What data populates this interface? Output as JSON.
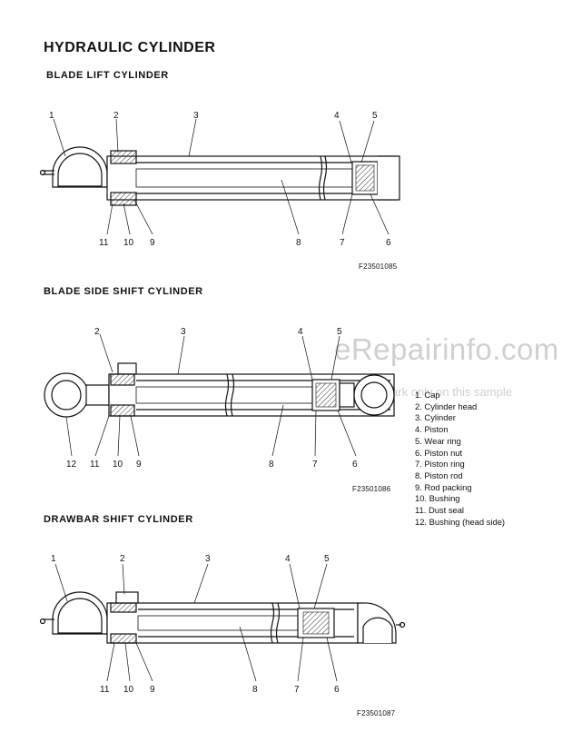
{
  "title": "HYDRAULIC CYLINDER",
  "sections": {
    "blade_lift": {
      "title": "BLADE LIFT CYLINDER",
      "figure_code": "F23501085"
    },
    "blade_side_shift": {
      "title": "BLADE SIDE SHIFT CYLINDER",
      "figure_code": "F23501086"
    },
    "drawbar_shift": {
      "title": "DRAWBAR SHIFT CYLINDER",
      "figure_code": "F23501087"
    }
  },
  "callouts": {
    "d1": [
      "1",
      "2",
      "3",
      "4",
      "5",
      "11",
      "10",
      "9",
      "8",
      "7",
      "6"
    ],
    "d2": [
      "2",
      "3",
      "4",
      "5",
      "12",
      "11",
      "10",
      "9",
      "8",
      "7",
      "6"
    ],
    "d3": [
      "1",
      "2",
      "3",
      "4",
      "5",
      "11",
      "10",
      "9",
      "8",
      "7",
      "6"
    ]
  },
  "legend": [
    "1. Cap",
    "2. Cylinder head",
    "3. Cylinder",
    "4. Piston",
    "5. Wear ring",
    "6. Piston nut",
    "7. Piston ring",
    "8. Piston rod",
    "9. Rod packing",
    "10. Bushing",
    "11. Dust seal",
    "12. Bushing (head side)"
  ],
  "watermark": {
    "text": "eRepairinfo.com",
    "subtext": "Watermark only on this sample"
  }
}
